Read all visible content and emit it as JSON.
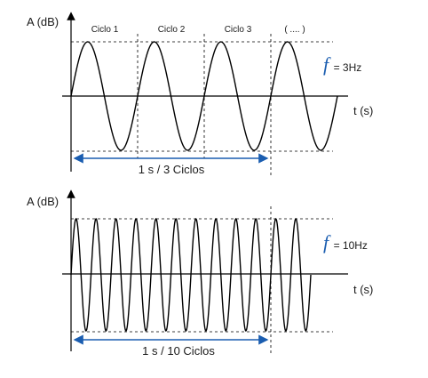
{
  "top": {
    "y_axis_label": "A (dB)",
    "x_axis_label": "t (s)",
    "cycle_labels": [
      "Ciclo 1",
      "Ciclo 2",
      "Ciclo 3",
      "( .... )"
    ],
    "freq_symbol": "f",
    "freq_value": "= 3Hz",
    "span_label": "1 s / 3 Ciclos",
    "cycles_shown": 4,
    "marked_cycles": 3
  },
  "bottom": {
    "y_axis_label": "A (dB)",
    "x_axis_label": "t (s)",
    "freq_symbol": "f",
    "freq_value": "= 10Hz",
    "span_label": "1 s / 10 Ciclos",
    "cycles_shown": 12,
    "marked_cycles": 10
  },
  "colors": {
    "wave": "#000000",
    "span_arrow": "#1a5db0",
    "frequency_symbol": "#1a5db0"
  }
}
